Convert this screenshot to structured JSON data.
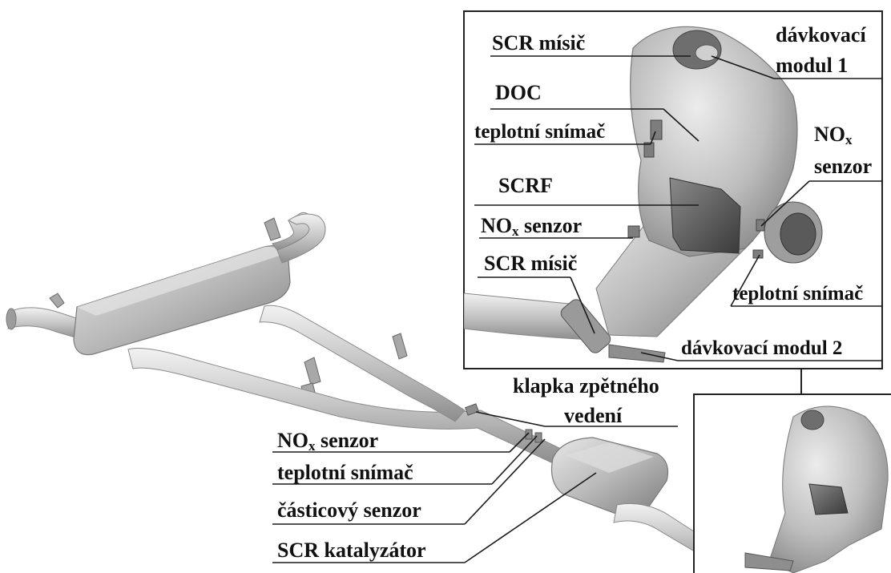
{
  "inset_labels": {
    "scr_mixer_top": "SCR mísič",
    "dosing_module_1_line1": "dávkovací",
    "dosing_module_1_line2": "modul 1",
    "doc": "DOC",
    "temp_sensor_top": "teplotní snímač",
    "nox_right_line1": "NO",
    "nox_right_sub": "x",
    "nox_right_line2": "senzor",
    "scrf": "SCRF",
    "nox_left_main": "NO",
    "nox_left_sub": "x",
    "nox_left_rest": " senzor",
    "scr_mixer_bottom": "SCR mísič",
    "temp_sensor_right": "teplotní snímač",
    "dosing_module_2": "dávkovací modul 2"
  },
  "main_labels": {
    "egr_flap_line1": "klapka zpětného",
    "egr_flap_line2": "vedení",
    "nox_main": "NO",
    "nox_sub": "x",
    "nox_rest": " senzor",
    "temp_sensor": "teplotní snímač",
    "particle_sensor": "částicový senzor",
    "scr_catalyst": "SCR katalyzátor"
  }
}
